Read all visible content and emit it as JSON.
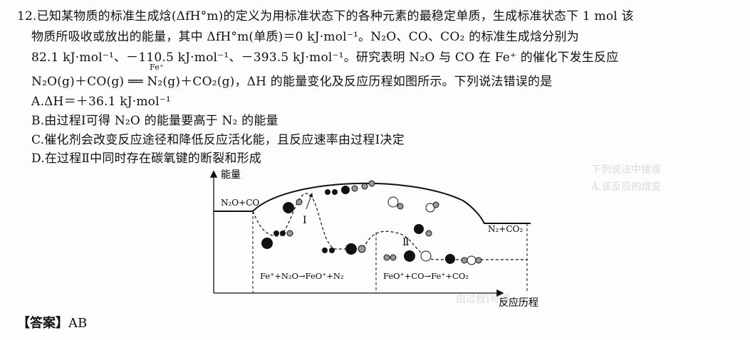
{
  "question": {
    "number": "12.",
    "line1": "已知某物质的标准生成焓(ΔfH°m)的定义为用标准状态下的各种元素的最稳定单质，生成标准状态下 1 mol 该",
    "line2": "物质所吸收或放出的能量，其中 ΔfH°m(单质)＝0 kJ·mol⁻¹。N₂O、CO、CO₂ 的标准生成焓分别为",
    "line3": "82.1 kJ·mol⁻¹、－110.5 kJ·mol⁻¹、－393.5 kJ·mol⁻¹。研究表明 N₂O 与 CO 在 Fe⁺ 的催化下发生反应",
    "line4": "N₂O(g)＋CO(g) ══ N₂(g)＋CO₂(g)，ΔH 的能量变化及反应历程如图所示。下列说法错误的是",
    "catalyst": "Fe⁺"
  },
  "options": [
    {
      "text": "A.ΔH＝＋36.1 kJ·mol⁻¹"
    },
    {
      "text": "B.由过程Ⅰ可得 N₂O 的能量要高于 N₂ 的能量"
    },
    {
      "text": "C.催化剂会改变反应途径和降低反应活化能，且反应速率由过程Ⅰ决定"
    },
    {
      "text": "D.在过程Ⅱ中同时存在碳氧键的断裂和形成"
    }
  ],
  "diagram": {
    "y_label": "能量",
    "x_label": "反应历程",
    "reactants": "N₂O+CO",
    "products": "N₂+CO₂",
    "process1": "Ⅰ",
    "process2": "Ⅱ",
    "step1": "Fe⁺+N₂O→FeO⁺+N₂",
    "step2": "FeO⁺+CO→Fe⁺+CO₂"
  },
  "answer": {
    "label": "【答案】",
    "value": "AB"
  }
}
